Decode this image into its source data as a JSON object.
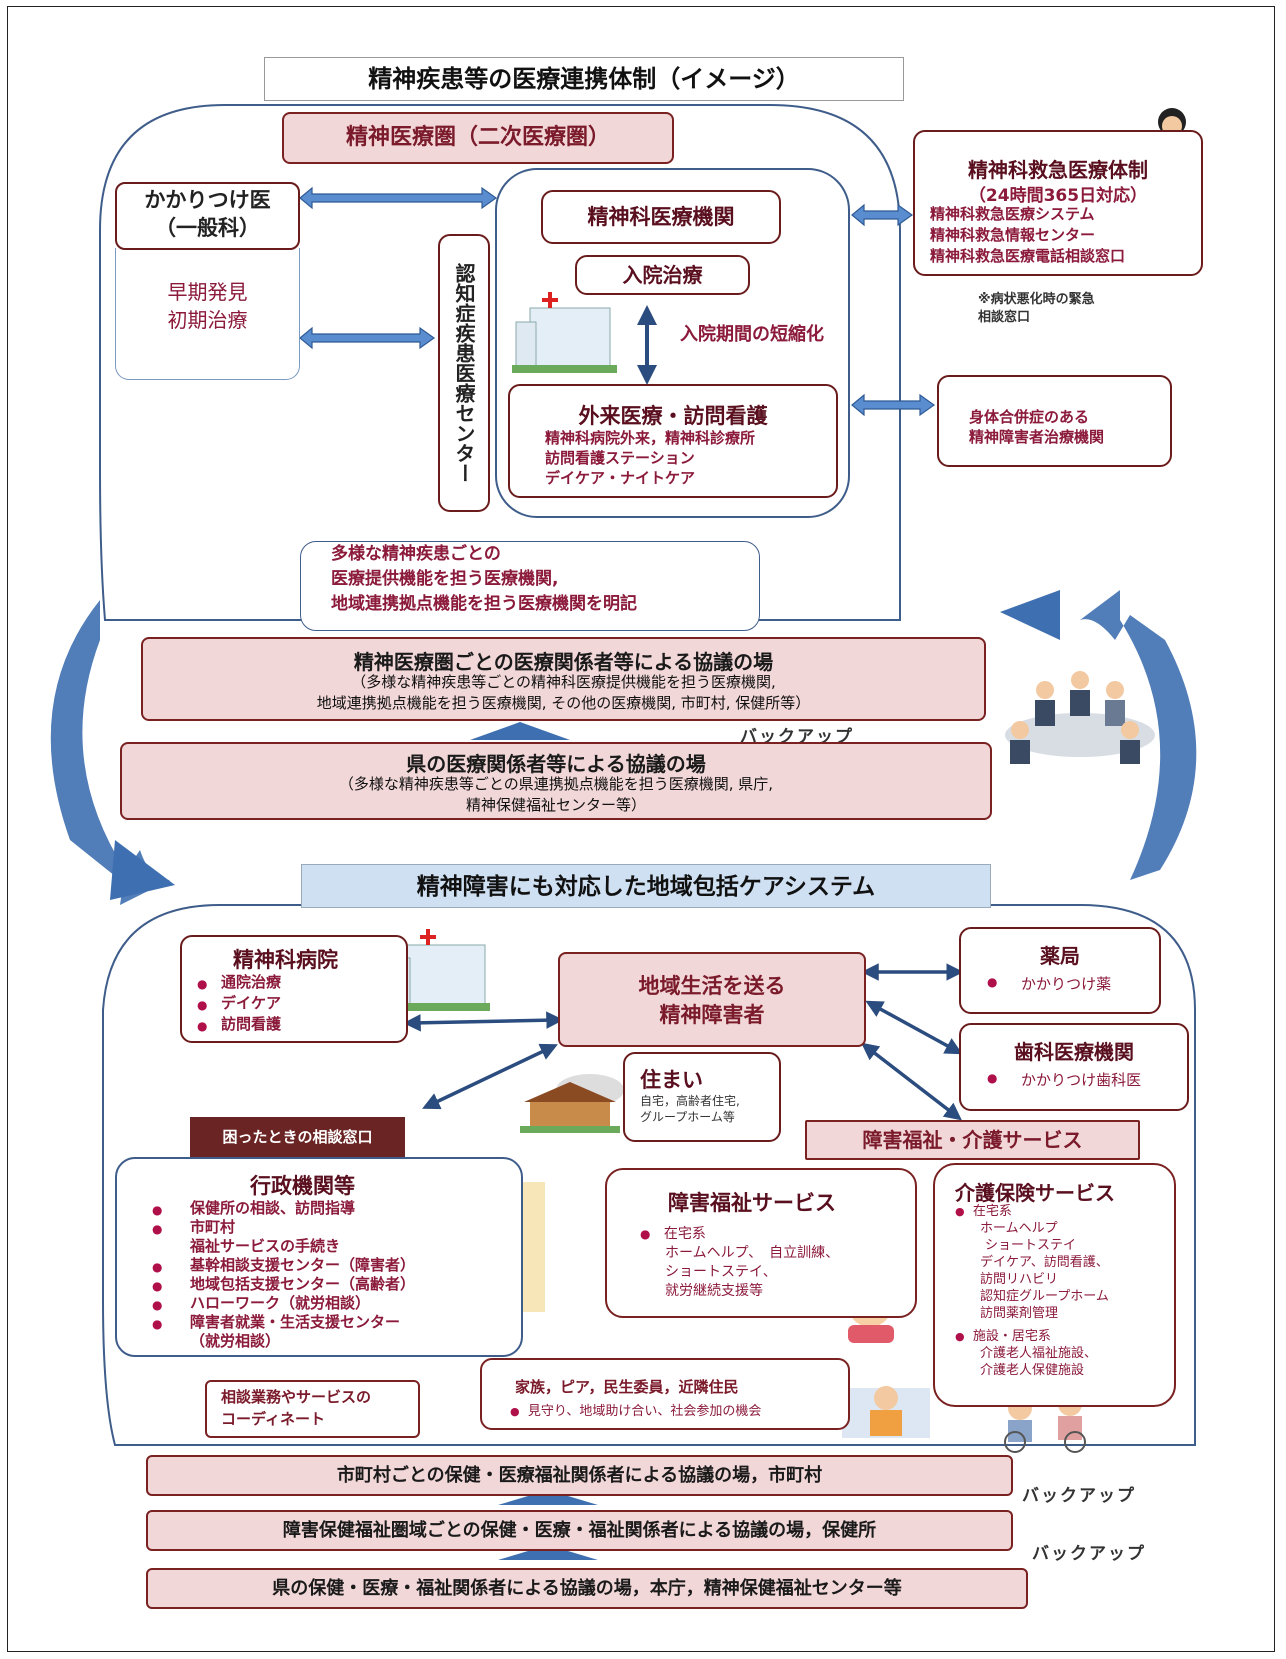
{
  "title": "精神疾患等の医療連携体制（イメージ）",
  "medical_area": {
    "header": "精神医療圏（二次医療圏）",
    "gp": {
      "title": "かかりつけ医\n（一般科）",
      "body": "早期発見\n初期治療"
    },
    "dementia_center": "認知症疾患医療センター",
    "psych_institution": "精神科医療機関",
    "inpatient": "入院治療",
    "shorten": "入院期間の短縮化",
    "outpatient": {
      "title": "外来医療・訪問看護",
      "items": [
        "精神科病院外来，精神科診療所",
        "訪問看護ステーション",
        "デイケア・ナイトケア"
      ]
    },
    "various": "多様な精神疾患ごとの\n医療提供機能を担う医療機関,\n地域連携拠点機能を担う医療機関を明記"
  },
  "emergency": {
    "title": "精神科救急医療体制",
    "subtitle": "（24時間365日対応）",
    "items": [
      "精神科救急医療システム",
      "精神科救急情報センター",
      "精神科救急医療電話相談窓口"
    ],
    "note": "※病状悪化時の緊急\n相談窓口"
  },
  "physical": "身体合併症のある\n精神障害者治療機関",
  "area_council": {
    "title": "精神医療圏ごとの医療関係者等による協議の場",
    "body": "（多様な精神疾患等ごとの精神科医療提供機能を担う医療機関,\n地域連携拠点機能を担う医療機関, その他の医療機関, 市町村, 保健所等）"
  },
  "backup_label": "バックアップ",
  "pref_council": {
    "title": "県の医療関係者等による協議の場",
    "body": "（多様な精神疾患等ごとの県連携拠点機能を担う医療機関, 県庁,\n精神保健福祉センター等）"
  },
  "community_title": "精神障害にも対応した地域包括ケアシステム",
  "psych_hospital": {
    "title": "精神科病院",
    "items": [
      "通院治療",
      "デイケア",
      "訪問看護"
    ]
  },
  "center_person": "地域生活を送る\n精神障害者",
  "pharmacy": {
    "title": "薬局",
    "item": "かかりつけ薬"
  },
  "dental": {
    "title": "歯科医療機関",
    "item": "かかりつけ歯科医"
  },
  "housing": {
    "title": "住まい",
    "body": "自宅，高齢者住宅,\nグループホーム等"
  },
  "consult_label": "困ったときの相談窓口",
  "admin": {
    "title": "行政機関等",
    "items": [
      {
        "t": "保健所の相談、訪問指導",
        "b": true
      },
      {
        "t": "市町村",
        "b": true
      },
      {
        "t": "福祉サービスの手続き",
        "b": false
      },
      {
        "t": "基幹相談支援センター（障害者）",
        "b": true
      },
      {
        "t": "地域包括支援センター（高齢者）",
        "b": true
      },
      {
        "t": "ハローワーク（就労相談）",
        "b": true
      },
      {
        "t": "障害者就業・生活支援センター",
        "b": true
      },
      {
        "t": "（就労相談）",
        "b": false
      }
    ]
  },
  "welfare_header": "障害福祉・介護サービス",
  "disability_service": {
    "title": "障害福祉サービス",
    "lines": [
      "在宅系",
      "ホームヘルプ、　自立訓練、",
      "ショートステイ、",
      "就労継続支援等"
    ]
  },
  "care_service": {
    "title": "介護保険サービス",
    "home_label": "在宅系",
    "home": [
      "ホームヘルプ",
      "ショートステイ",
      "デイケア、訪問看護、",
      "訪問リハビリ",
      "認知症グループホーム",
      "訪問薬剤管理"
    ],
    "facility_label": "施設・居宅系",
    "facility": [
      "介護老人福祉施設、",
      "介護老人保健施設"
    ]
  },
  "coordinate": "相談業務やサービスの\nコーディネート",
  "family": {
    "title": "家族，ピア，民生委員，近隣住民",
    "item": "見守り、地域助け合い、社会参加の機会"
  },
  "bars": [
    "市町村ごとの保健・医療福祉関係者による協議の場，市町村",
    "障害保健福祉圏域ごとの保健・医療・福祉関係者による協議の場，保健所",
    "県の保健・医療・福祉関係者による協議の場，本庁，精神保健福祉センター等"
  ],
  "colors": {
    "accent_blue": "#3e6fb0",
    "pink": "#f2d7d8",
    "maroon": "#7a2222",
    "text_maroon": "#8b1a3b",
    "light_blue_header": "#cfe0f2"
  }
}
